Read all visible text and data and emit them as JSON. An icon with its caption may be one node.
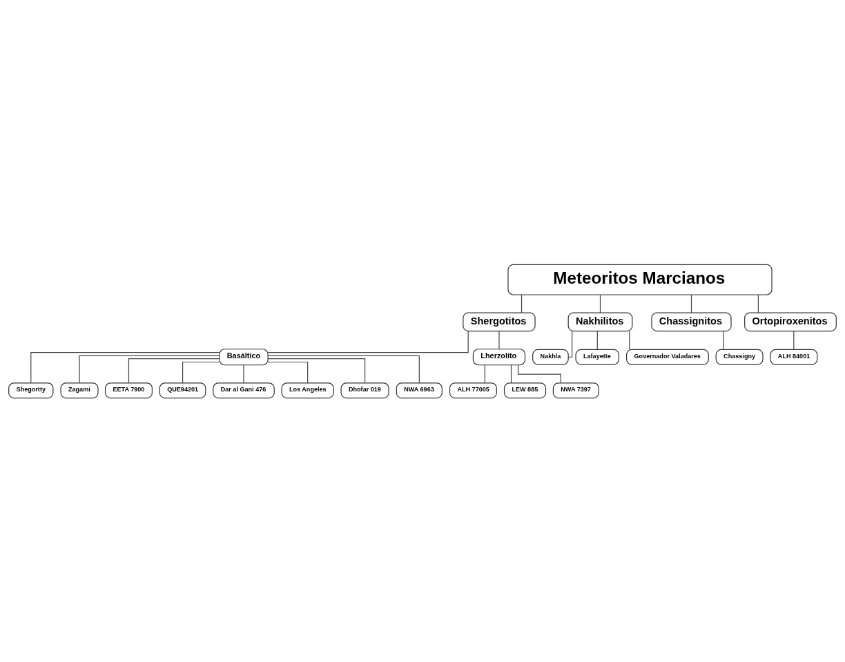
{
  "diagram": {
    "nodes": [
      {
        "text": [
          "Meteoritos Marcianos"
        ]
      },
      {
        "text": [
          "Shergotitos"
        ]
      },
      {
        "text": [
          "Nakhilitos"
        ]
      },
      {
        "text": [
          "Chassignitos"
        ]
      },
      {
        "text": [
          "Ortopiroxenitos"
        ]
      },
      {
        "text": [
          "Basáltico"
        ]
      },
      {
        "text": [
          "Lherzolíto"
        ]
      },
      {
        "text": [
          "Shegortty"
        ]
      },
      {
        "text": [
          "Zagami"
        ]
      },
      {
        "text": [
          "EETA 7900"
        ]
      },
      {
        "text": [
          "QUE94201"
        ]
      },
      {
        "text": [
          "Dar al Gani 476"
        ]
      },
      {
        "text": [
          "Los Angeles"
        ]
      },
      {
        "text": [
          "Dhofar 019"
        ]
      },
      {
        "text": [
          "NWA 6963"
        ]
      },
      {
        "text": [
          "ALH 77005"
        ]
      },
      {
        "text": [
          "LEW 885"
        ]
      },
      {
        "text": [
          "NWA 7397"
        ]
      },
      {
        "text": [
          "Nakhla"
        ]
      },
      {
        "text": [
          "Lafayette"
        ]
      },
      {
        "text": [
          "Governador Valadares"
        ]
      },
      {
        "text": [
          "Chassigny"
        ]
      },
      {
        "text": [
          "ALH 84001"
        ]
      }
    ],
    "edges": [
      {
        "from": 0,
        "to": 1,
        "arrow": "none"
      },
      {
        "from": 0,
        "to": 2,
        "arrow": "none"
      },
      {
        "from": 0,
        "to": 3,
        "arrow": "none"
      },
      {
        "from": 0,
        "to": 4,
        "arrow": "none"
      },
      {
        "from": 1,
        "to": 5,
        "arrow": "none"
      },
      {
        "from": 1,
        "to": 6,
        "arrow": "none"
      },
      {
        "from": 5,
        "to": 7,
        "arrow": "none"
      },
      {
        "from": 5,
        "to": 8,
        "arrow": "none"
      },
      {
        "from": 5,
        "to": 9,
        "arrow": "none"
      },
      {
        "from": 5,
        "to": 10,
        "arrow": "none"
      },
      {
        "from": 5,
        "to": 11,
        "arrow": "none"
      },
      {
        "from": 5,
        "to": 12,
        "arrow": "none"
      },
      {
        "from": 5,
        "to": 13,
        "arrow": "none"
      },
      {
        "from": 5,
        "to": 14,
        "arrow": "none"
      },
      {
        "from": 6,
        "to": 15,
        "arrow": "none"
      },
      {
        "from": 6,
        "to": 16,
        "arrow": "none"
      },
      {
        "from": 6,
        "to": 17,
        "arrow": "none"
      },
      {
        "from": 2,
        "to": 18,
        "arrow": "none"
      },
      {
        "from": 2,
        "to": 19,
        "arrow": "none"
      },
      {
        "from": 2,
        "to": 20,
        "arrow": "none"
      },
      {
        "from": 3,
        "to": 21,
        "arrow": "none"
      },
      {
        "from": 4,
        "to": 22,
        "arrow": "none"
      }
    ]
  }
}
